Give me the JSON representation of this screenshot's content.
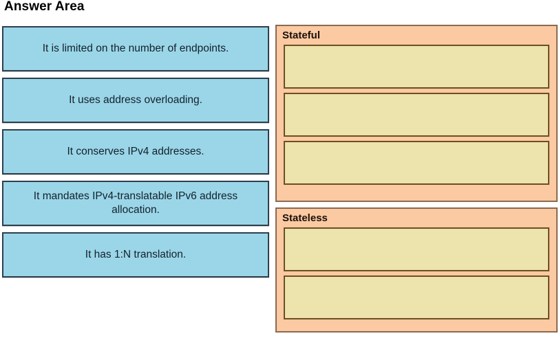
{
  "page": {
    "title": "Answer Area"
  },
  "colors": {
    "option_fill": "#9BD6E8",
    "option_border": "#2d3e4e",
    "panel_fill": "#FBC9A2",
    "panel_border": "#8a6a4f",
    "slot_fill": "#EDE3AC",
    "slot_border": "#6b4f22",
    "page_background": "#ffffff",
    "text": "#11212b"
  },
  "options": [
    {
      "label": "It is limited on the number of endpoints."
    },
    {
      "label": "It uses address overloading."
    },
    {
      "label": "It conserves IPv4 addresses."
    },
    {
      "label": "It mandates IPv4-translatable IPv6 address allocation."
    },
    {
      "label": "It has 1:N translation."
    }
  ],
  "targets": [
    {
      "heading": "Stateful",
      "slots": [
        {
          "value": ""
        },
        {
          "value": ""
        },
        {
          "value": ""
        }
      ]
    },
    {
      "heading": "Stateless",
      "slots": [
        {
          "value": ""
        },
        {
          "value": ""
        }
      ]
    }
  ]
}
